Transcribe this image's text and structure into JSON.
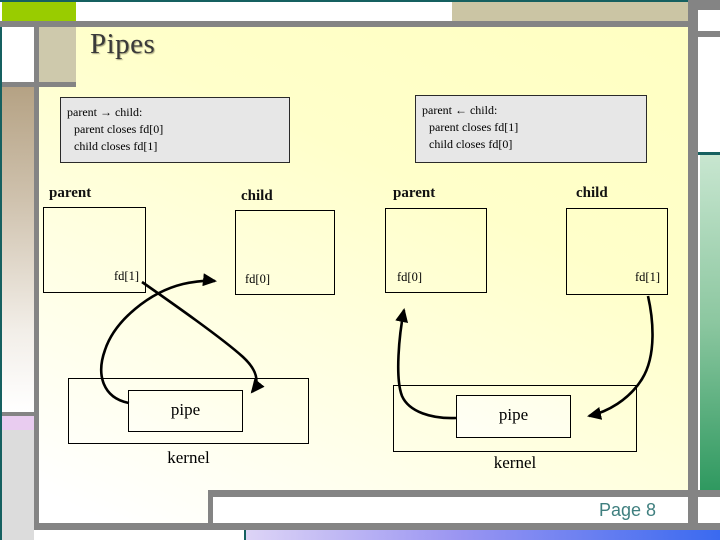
{
  "slide": {
    "title": "Pipes",
    "page_label": "Page 8"
  },
  "code_boxes": {
    "left": {
      "line1": "parent → child:",
      "line2": "parent closes fd[0]",
      "line3": "child closes fd[1]"
    },
    "right": {
      "line1": "parent ← child:",
      "line2": "parent closes fd[1]",
      "line3": "child closes fd[0]"
    }
  },
  "diagram_left": {
    "parent_label": "parent",
    "child_label": "child",
    "parent_fd_label": "fd[1]",
    "child_fd_label": "fd[0]",
    "pipe_label": "pipe",
    "kernel_label": "kernel"
  },
  "diagram_right": {
    "parent_label": "parent",
    "child_label": "child",
    "parent_fd_label": "fd[0]",
    "child_fd_label": "fd[1]",
    "pipe_label": "pipe",
    "kernel_label": "kernel"
  },
  "colors": {
    "accent_green": "#99CC00",
    "frame_gray": "#848484",
    "teal_line": "#156060",
    "tan": "#CBC5A4",
    "lavender": "#E9CCF0",
    "side_gray": "#DCDCDC",
    "page_text": "#3F7F7F",
    "bottom_strip_start": "#DDD4F6",
    "bottom_strip_end": "#3A6AF0",
    "right_bar_top": "#C8E6D0",
    "right_bar_bottom": "#2F9960"
  }
}
